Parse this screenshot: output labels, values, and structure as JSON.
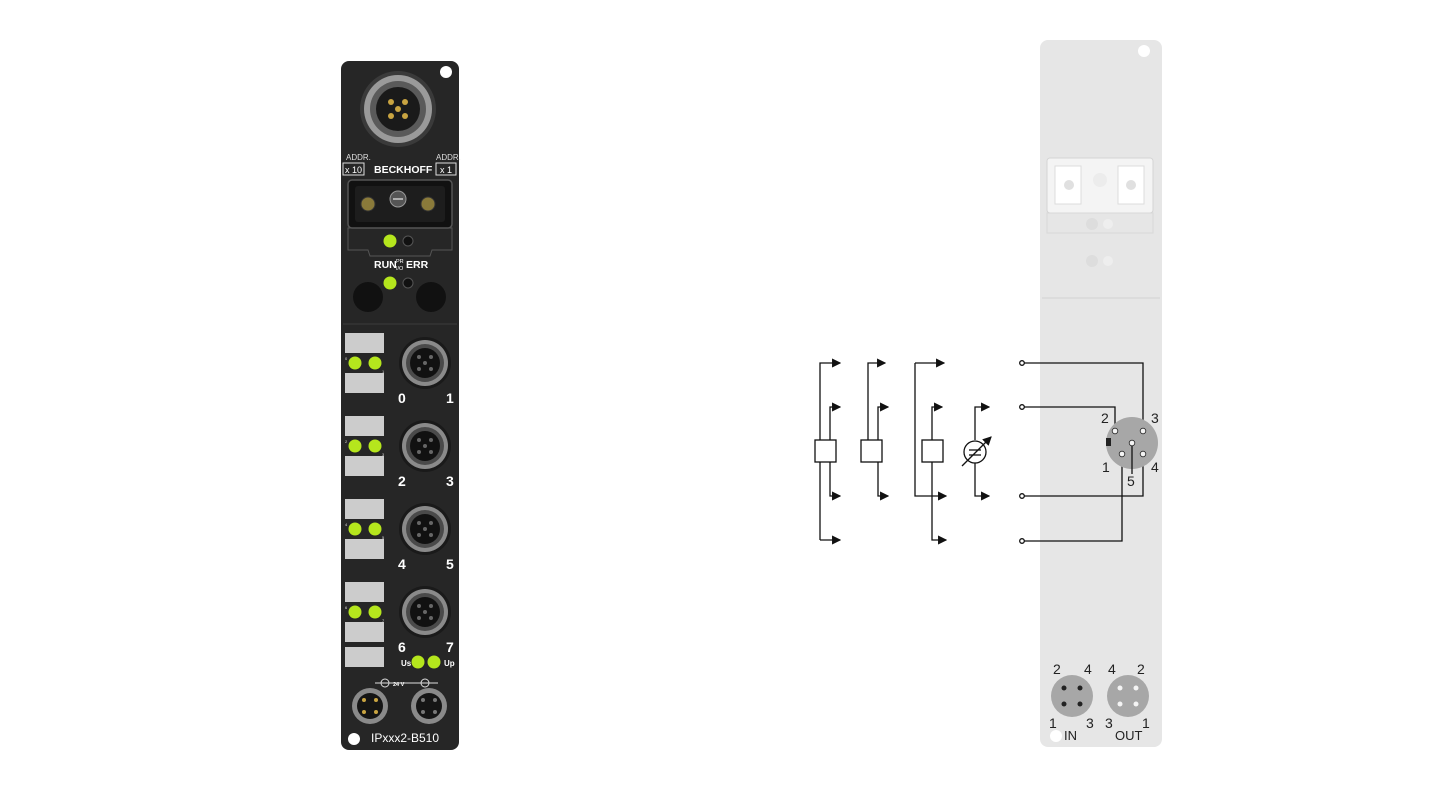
{
  "module": {
    "brand": "BECKHOFF",
    "addr_left_label": "ADDR.",
    "addr_left_multiplier": "x 10",
    "addr_right_label": "ADDR.",
    "addr_right_multiplier": "x 1",
    "run_label": "RUN",
    "pr_label": "PR",
    "io_label": "I/O",
    "err_label": "ERR",
    "port_labels": [
      "0",
      "1",
      "2",
      "3",
      "4",
      "5",
      "6",
      "7"
    ],
    "channel_small_labels": [
      "0",
      "1",
      "2",
      "3",
      "4",
      "5",
      "6",
      "7"
    ],
    "us_label": "Us",
    "up_label": "Up",
    "power_label": "24 V",
    "model": "IPxxx2-B510",
    "led_color": "#b5e61d",
    "body_color": "#262626"
  },
  "schematic": {
    "connector_pins": [
      "1",
      "2",
      "3",
      "4",
      "5"
    ],
    "line_color": "#111111"
  },
  "side_panel": {
    "in_label": "IN",
    "out_label": "OUT",
    "in_pins": [
      "2",
      "4",
      "1",
      "3"
    ],
    "out_pins": [
      "4",
      "2",
      "3",
      "1"
    ],
    "panel_color": "#e6e6e6"
  }
}
